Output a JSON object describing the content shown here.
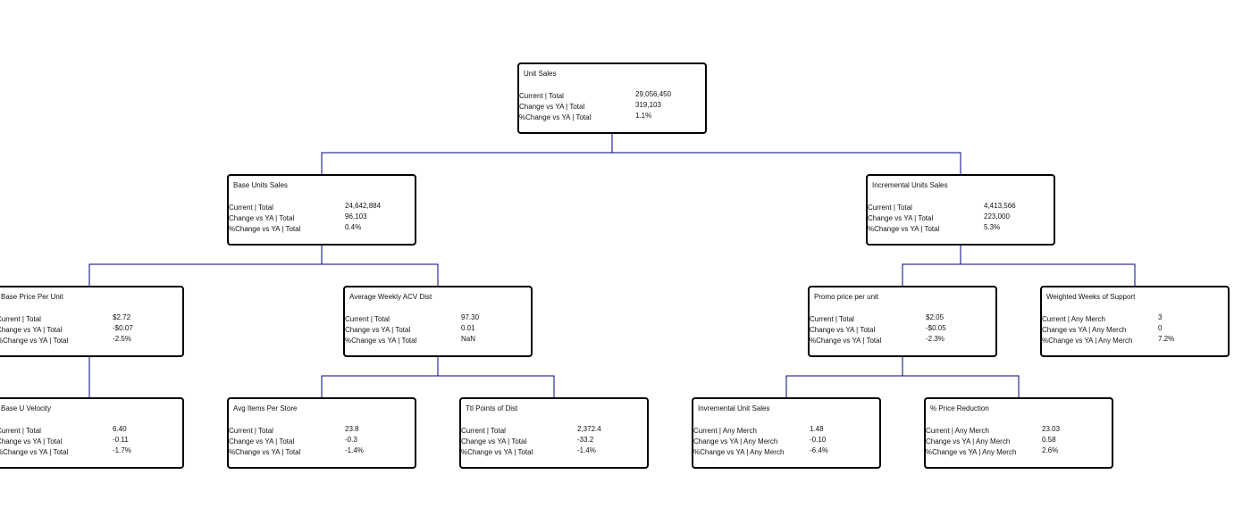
{
  "tree": {
    "nodes": [
      {
        "id": "unit-sales",
        "title": "Unit Sales",
        "parent": null,
        "metrics": [
          {
            "label": "Current | Total",
            "value": "29,056,450"
          },
          {
            "label": "Change vs YA | Total",
            "value": "319,103"
          },
          {
            "label": "%Change vs YA | Total",
            "value": "1.1%"
          }
        ]
      },
      {
        "id": "base-units-sales",
        "title": "Base Units Sales",
        "parent": "unit-sales",
        "metrics": [
          {
            "label": "Current | Total",
            "value": "24,642,884"
          },
          {
            "label": "Change vs YA | Total",
            "value": "96,103"
          },
          {
            "label": "%Change vs YA | Total",
            "value": "0.4%"
          }
        ]
      },
      {
        "id": "incremental-units-sales",
        "title": "Incremental Units Sales",
        "parent": "unit-sales",
        "metrics": [
          {
            "label": "Current | Total",
            "value": "4,413,566"
          },
          {
            "label": "Change vs YA | Total",
            "value": "223,000"
          },
          {
            "label": "%Change vs YA | Total",
            "value": "5.3%"
          }
        ]
      },
      {
        "id": "base-price-per-unit",
        "title": "Base Price Per Unit",
        "parent": "base-units-sales",
        "metrics": [
          {
            "label": "Current | Total",
            "value": "$2.72"
          },
          {
            "label": "Change vs YA | Total",
            "value": "-$0.07"
          },
          {
            "label": "%Change vs YA | Total",
            "value": "-2.5%"
          }
        ]
      },
      {
        "id": "average-weekly-acv-dist",
        "title": "Average Weekly ACV Dist",
        "parent": "base-units-sales",
        "metrics": [
          {
            "label": "Current | Total",
            "value": "97.30"
          },
          {
            "label": "Change vs YA | Total",
            "value": "0.01"
          },
          {
            "label": "%Change vs YA | Total",
            "value": "NaN"
          }
        ]
      },
      {
        "id": "promo-price-per-unit",
        "title": "Promo price per unit",
        "parent": "incremental-units-sales",
        "metrics": [
          {
            "label": "Current | Total",
            "value": "$2.05"
          },
          {
            "label": "Change vs YA | Total",
            "value": "-$0.05"
          },
          {
            "label": "%Change vs YA | Total",
            "value": "-2.3%"
          }
        ]
      },
      {
        "id": "weighted-weeks-of-support",
        "title": "Weighted Weeks of Support",
        "parent": "incremental-units-sales",
        "metrics": [
          {
            "label": "Current | Any Merch",
            "value": "3"
          },
          {
            "label": "Change vs YA | Any Merch",
            "value": "0"
          },
          {
            "label": "%Change vs YA | Any Merch",
            "value": "7.2%"
          }
        ]
      },
      {
        "id": "base-u-velocity",
        "title": "Base U Velocity",
        "parent": "base-price-per-unit",
        "metrics": [
          {
            "label": "Current | Total",
            "value": "6.40"
          },
          {
            "label": "Change vs YA | Total",
            "value": "-0.11"
          },
          {
            "label": "%Change vs YA | Total",
            "value": "-1.7%"
          }
        ]
      },
      {
        "id": "avg-items-per-store",
        "title": "Avg Items Per Store",
        "parent": "average-weekly-acv-dist",
        "metrics": [
          {
            "label": "Current | Total",
            "value": "23.8"
          },
          {
            "label": "Change vs YA | Total",
            "value": "-0.3"
          },
          {
            "label": "%Change vs YA | Total",
            "value": "-1.4%"
          }
        ]
      },
      {
        "id": "ttl-points-of-dist",
        "title": "Ttl Points of Dist",
        "parent": "average-weekly-acv-dist",
        "metrics": [
          {
            "label": "Current | Total",
            "value": "2,372.4"
          },
          {
            "label": "Change vs YA | Total",
            "value": "-33.2"
          },
          {
            "label": "%Change vs YA | Total",
            "value": "-1.4%"
          }
        ]
      },
      {
        "id": "invremental-unit-sales",
        "title": "Invremental Unit Sales",
        "parent": "promo-price-per-unit",
        "metrics": [
          {
            "label": "Current | Any Merch",
            "value": "1.48"
          },
          {
            "label": "Change vs YA | Any Merch",
            "value": "-0.10"
          },
          {
            "label": "%Change vs YA | Any Merch",
            "value": "-6.4%"
          }
        ]
      },
      {
        "id": "price-reduction",
        "title": "% Price Reduction",
        "parent": "promo-price-per-unit",
        "metrics": [
          {
            "label": "Current | Any Merch",
            "value": "23.03"
          },
          {
            "label": "Change vs YA | Any Merch",
            "value": "0.58"
          },
          {
            "label": "%Change vs YA | Any Merch",
            "value": "2.6%"
          }
        ]
      }
    ],
    "colors": {
      "connector": "#000080",
      "border": "#000000",
      "background": "#ffffff",
      "text": "#111111"
    }
  }
}
